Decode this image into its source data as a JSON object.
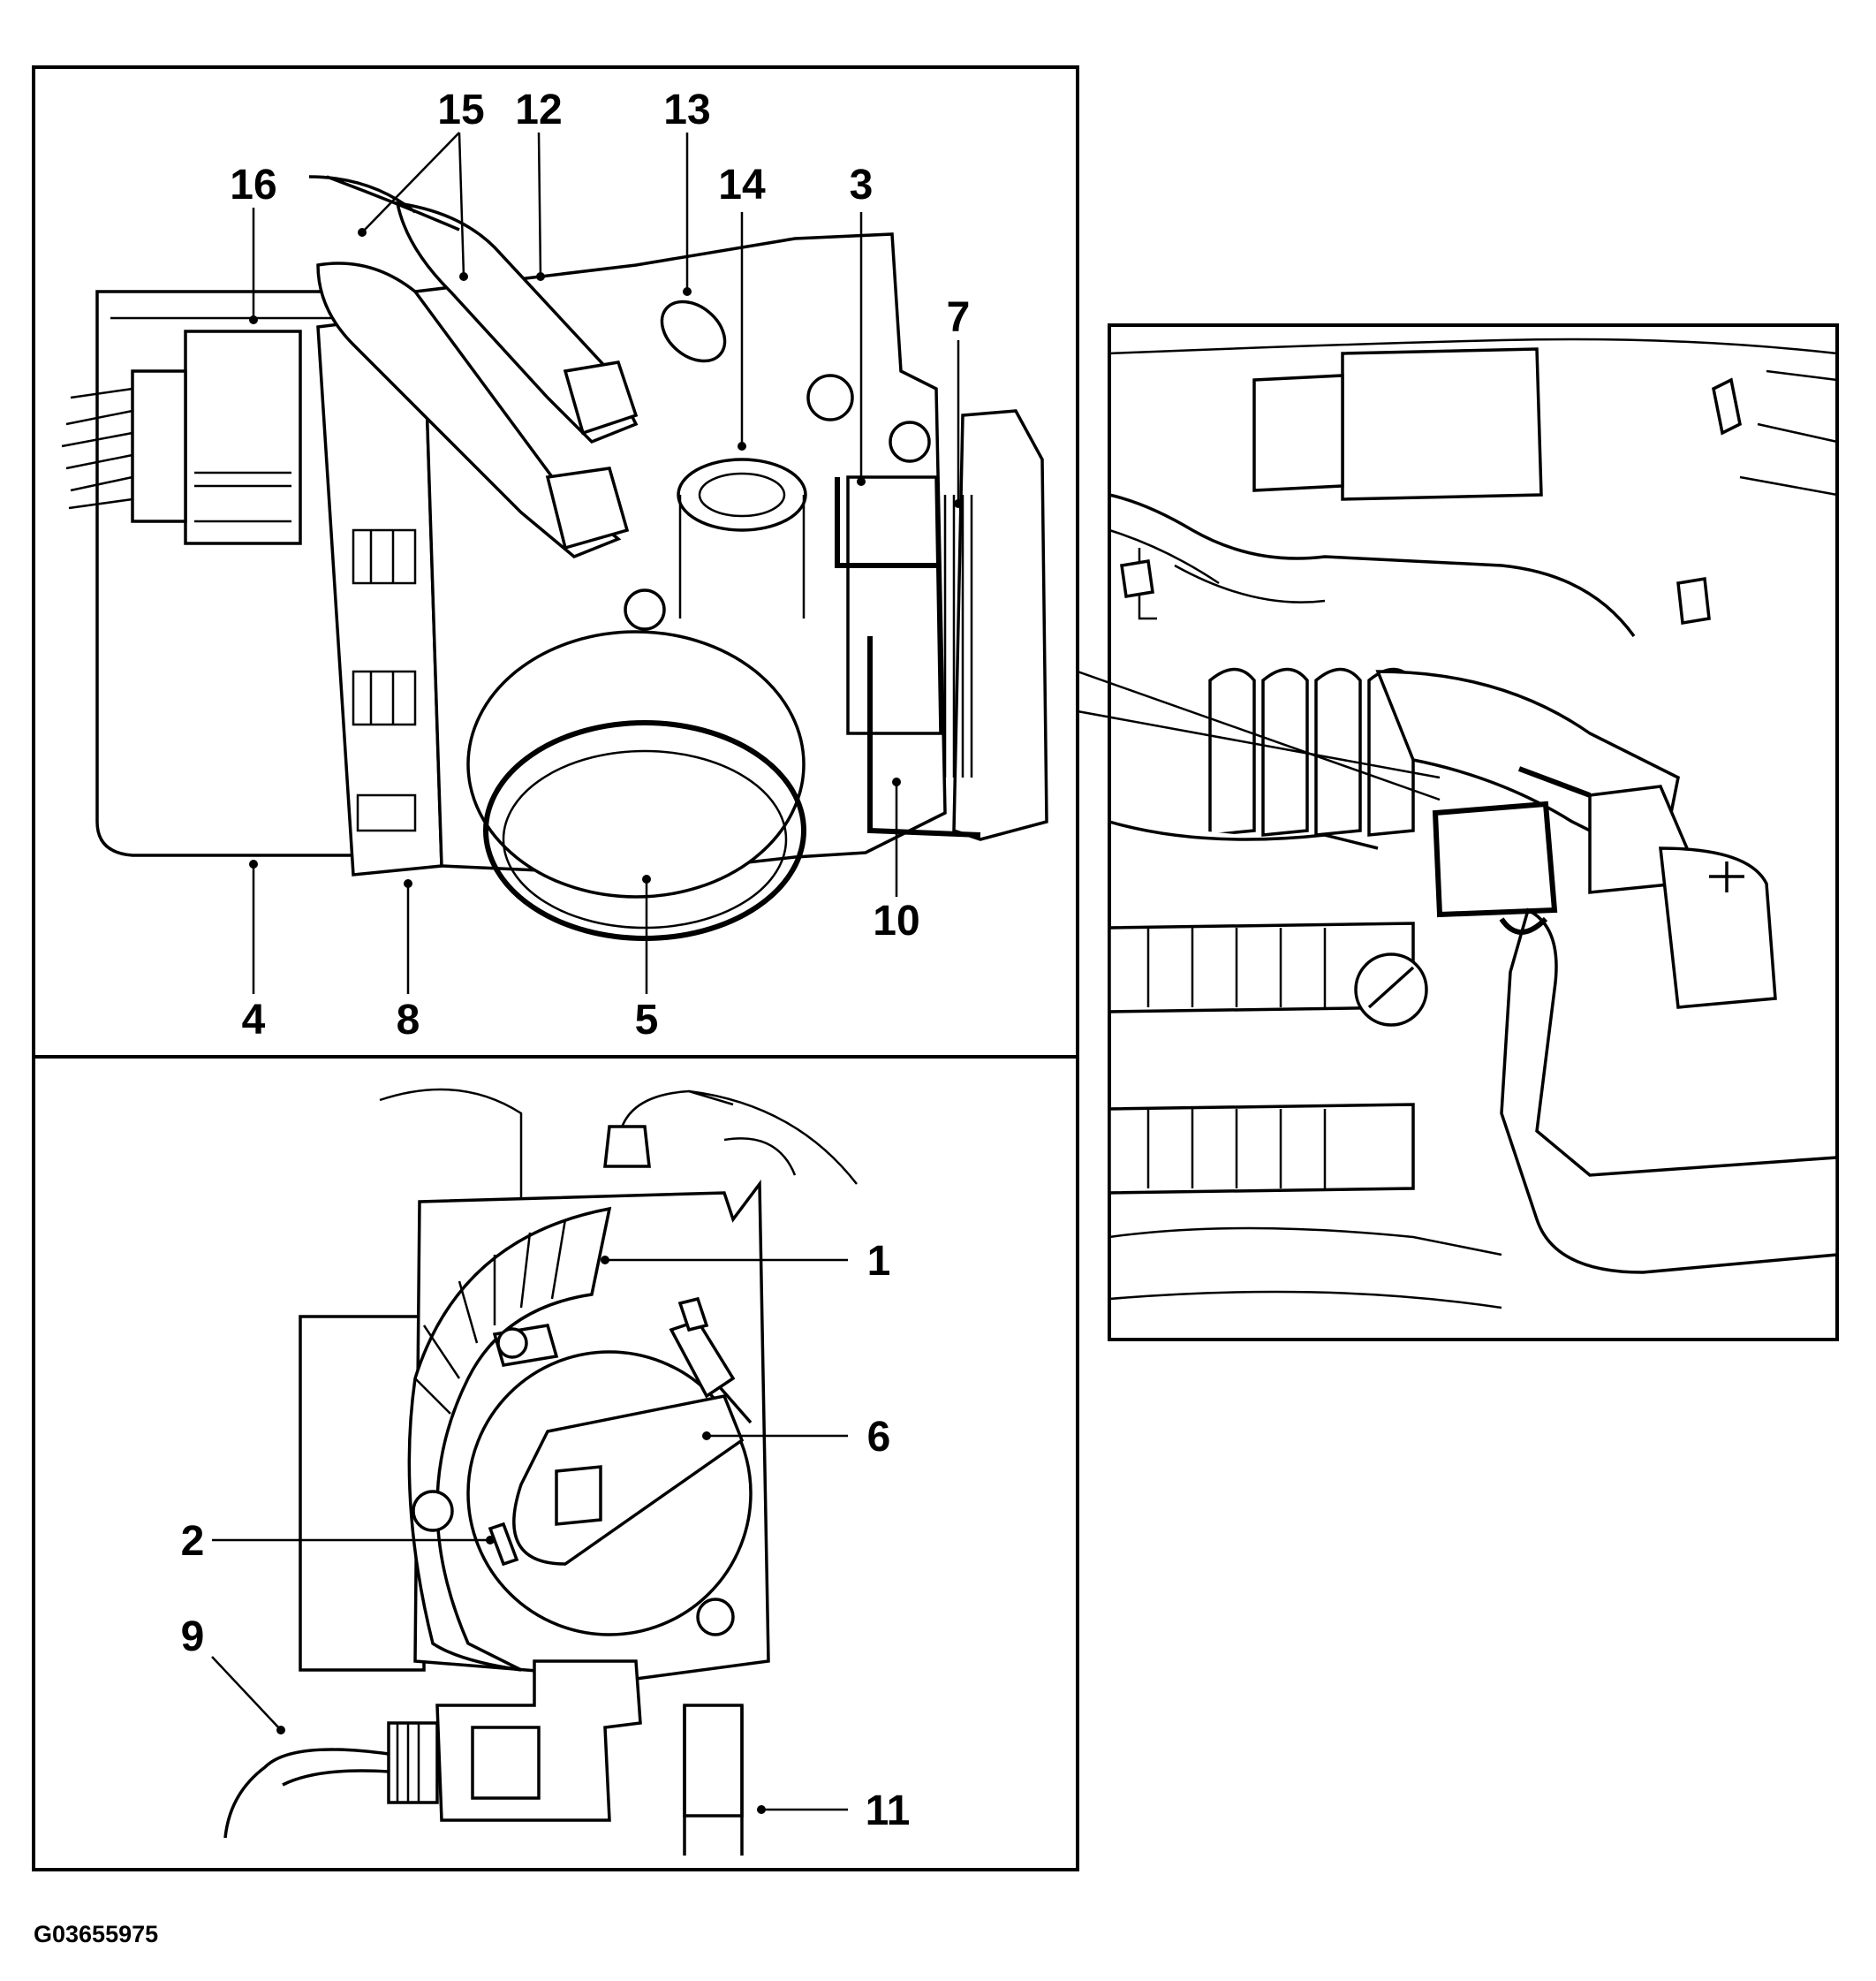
{
  "figure_id": "G03655975",
  "panels": {
    "top_left": {
      "callouts": [
        {
          "id": "c15",
          "label": "15"
        },
        {
          "id": "c12",
          "label": "12"
        },
        {
          "id": "c13",
          "label": "13"
        },
        {
          "id": "c16",
          "label": "16"
        },
        {
          "id": "c14",
          "label": "14"
        },
        {
          "id": "c3",
          "label": "3"
        },
        {
          "id": "c7",
          "label": "7"
        },
        {
          "id": "c10",
          "label": "10"
        },
        {
          "id": "c4",
          "label": "4"
        },
        {
          "id": "c8",
          "label": "8"
        },
        {
          "id": "c5",
          "label": "5"
        }
      ]
    },
    "bottom_left": {
      "callouts": [
        {
          "id": "c1",
          "label": "1"
        },
        {
          "id": "c6",
          "label": "6"
        },
        {
          "id": "c2",
          "label": "2"
        },
        {
          "id": "c9",
          "label": "9"
        },
        {
          "id": "c11",
          "label": "11"
        }
      ]
    },
    "right": {
      "callouts": []
    }
  }
}
